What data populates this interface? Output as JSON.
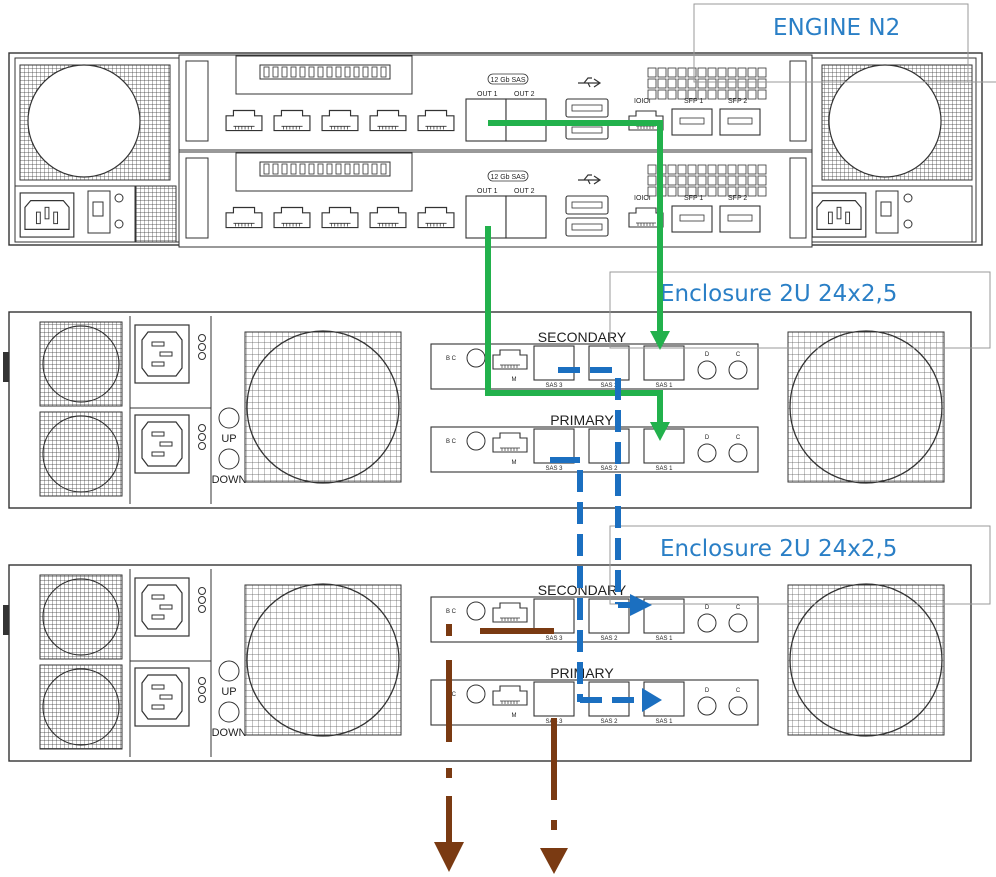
{
  "engine": {
    "title": "ENGINE N2",
    "controller": {
      "sas_badge": "12 Gb SAS",
      "out1": "OUT 1",
      "out2": "OUT 2",
      "ioioi": "IOIOI",
      "sfp1": "SFP 1",
      "sfp2": "SFP 2"
    }
  },
  "enclosures": [
    {
      "title": "Enclosure 2U 24x2,5",
      "buttons": {
        "up": "UP",
        "down": "DOWN"
      },
      "modules": [
        {
          "name": "SECONDARY",
          "bc": "B C",
          "m": "M",
          "sas3": "SAS 3",
          "sas2": "SAS 2",
          "sas1": "SAS 1",
          "d": "D",
          "c": "C"
        },
        {
          "name": "PRIMARY",
          "bc": "B C",
          "m": "M",
          "sas3": "SAS 3",
          "sas2": "SAS 2",
          "sas1": "SAS 1",
          "d": "D",
          "c": "C"
        }
      ]
    },
    {
      "title": "Enclosure 2U 24x2,5",
      "buttons": {
        "up": "UP",
        "down": "DOWN"
      },
      "modules": [
        {
          "name": "SECONDARY",
          "bc": "B C",
          "m": "M",
          "sas3": "SAS 3",
          "sas2": "SAS 2",
          "sas1": "SAS 1",
          "d": "D",
          "c": "C"
        },
        {
          "name": "PRIMARY",
          "bc": "B C",
          "m": "M",
          "sas3": "SAS 3",
          "sas2": "SAS 2",
          "sas1": "SAS 1",
          "d": "D",
          "c": "C"
        }
      ]
    }
  ],
  "colors": {
    "engine_link": "#22b14c",
    "enclosure_link": "#1b6fc0",
    "expansion_link": "#7a3a12",
    "callout_text": "#2a7fc6"
  }
}
